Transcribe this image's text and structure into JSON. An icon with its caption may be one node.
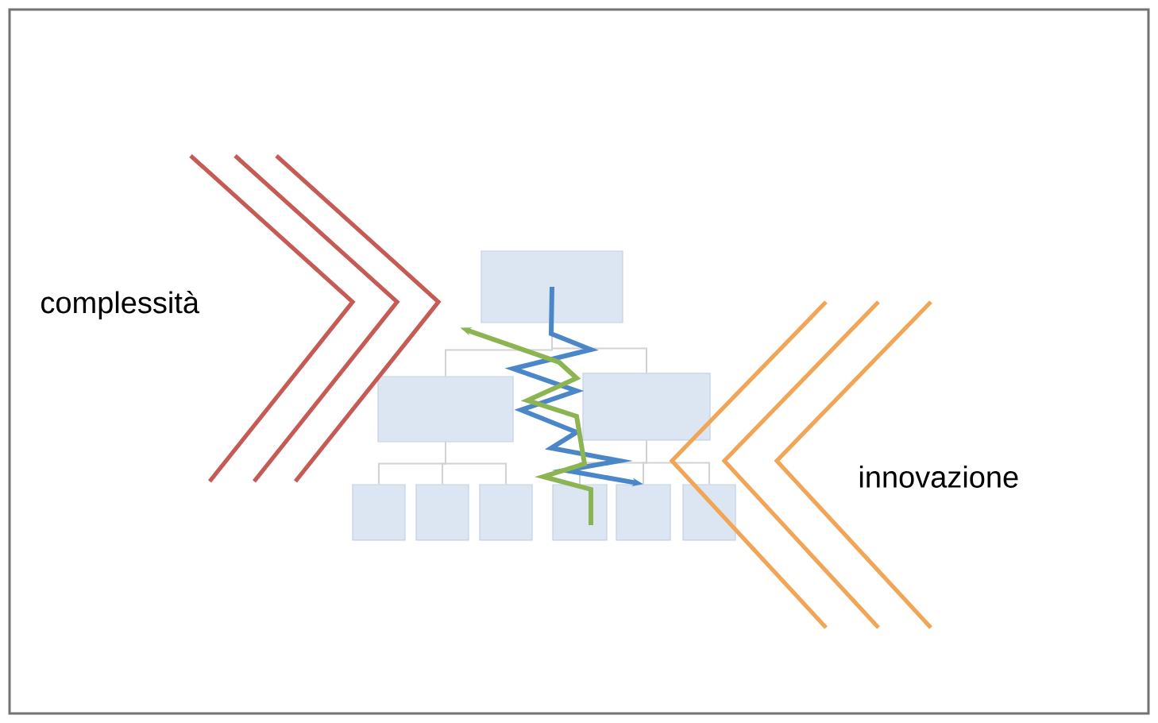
{
  "diagram": {
    "nodes": [
      {
        "text": [],
        "shape": "box"
      },
      {
        "text": [],
        "shape": "box"
      },
      {
        "text": [],
        "shape": "box"
      },
      {
        "text": [],
        "shape": "box"
      },
      {
        "text": [],
        "shape": "box"
      },
      {
        "text": [],
        "shape": "box"
      },
      {
        "text": [],
        "shape": "box"
      },
      {
        "text": [],
        "shape": "box"
      },
      {
        "text": [],
        "shape": "box"
      }
    ],
    "edges": [
      {
        "from": 0,
        "to": 1,
        "arrow": "none"
      },
      {
        "from": 0,
        "to": 2,
        "arrow": "none"
      },
      {
        "from": 1,
        "to": 3,
        "arrow": "none"
      },
      {
        "from": 1,
        "to": 4,
        "arrow": "none"
      },
      {
        "from": 1,
        "to": 5,
        "arrow": "none"
      },
      {
        "from": 2,
        "to": 6,
        "arrow": "none"
      },
      {
        "from": 2,
        "to": 7,
        "arrow": "none"
      },
      {
        "from": 2,
        "to": 8,
        "arrow": "none"
      },
      {
        "from": 0,
        "to": 7,
        "arrow": "to",
        "style": "thick",
        "color": "#4a86c8"
      },
      {
        "from": 6,
        "to": 0,
        "arrow": "to",
        "style": "thick",
        "color": "#8db452"
      }
    ],
    "labels": [
      "complessità",
      "innovazione"
    ]
  }
}
